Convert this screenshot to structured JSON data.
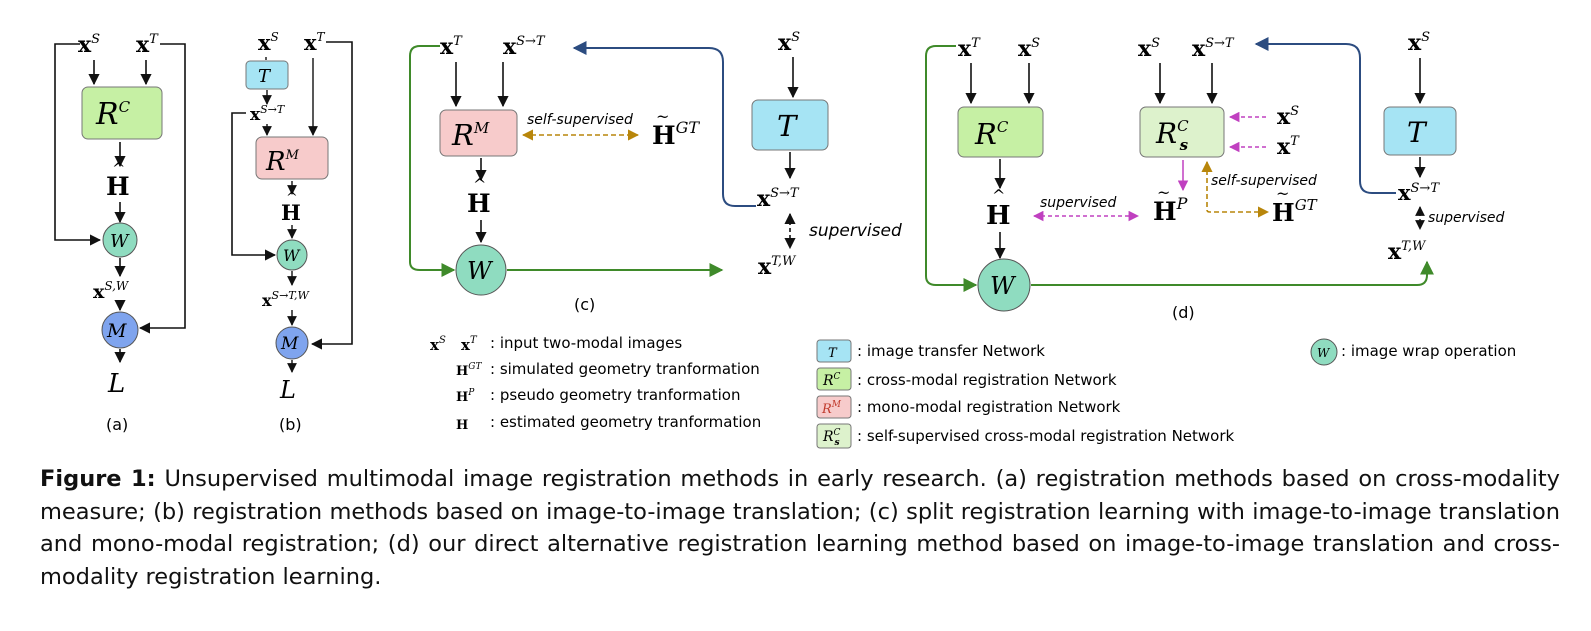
{
  "figure": {
    "panel_labels": {
      "a": "(a)",
      "b": "(b)",
      "c": "(c)",
      "d": "(d)"
    },
    "nodes": {
      "xS": "x",
      "xT": "x",
      "sup_S": "S",
      "sup_T": "T",
      "sup_StoT": "S→T",
      "sup_SW": "S,W",
      "sup_StoTW": "S→T,W",
      "sup_TW": "T,W",
      "R": "R",
      "sup_C": "C",
      "sup_M": "M",
      "sub_s": "s",
      "T_net": "T",
      "W_op": "W",
      "M_op": "M",
      "L": "L",
      "H": "H",
      "sup_GT": "GT",
      "sup_P": "P"
    },
    "edge_labels": {
      "self_supervised": "self-supervised",
      "supervised": "supervised"
    },
    "legend": {
      "input_images": ": input two-modal images",
      "simulated": ": simulated geometry tranformation",
      "pseudo": ": pseudo geometry tranformation",
      "estimated": ": estimated geometry tranformation",
      "transfer": ": image transfer Network",
      "cross_modal": ": cross-modal registration Network",
      "mono_modal": ": mono-modal registration Network",
      "self_sup_cross": ": self-supervised cross-modal registration Network",
      "wrap": ": image wrap operation"
    },
    "colors": {
      "green_box": "#c6f0a4",
      "pink_box": "#f7cbcb",
      "cyan_box": "#a6e4f4",
      "teal_circle": "#8fdcc0",
      "blue_circle": "#7fa4ee",
      "green_arrow": "#3f8a2a",
      "blue_arrow": "#2c4c80",
      "gold_dashed": "#b8860b",
      "magenta_dashed": "#c040c0"
    }
  },
  "caption": {
    "label": "Figure 1:",
    "text": " Unsupervised multimodal image registration methods in early research. (a) registration methods based on cross-modality measure; (b) registration methods based on image-to-image translation; (c) split registration learning with image-to-image translation and mono-modal registration; (d) our direct alternative registration learning method based on image-to-image translation and cross-modality registration learning."
  }
}
